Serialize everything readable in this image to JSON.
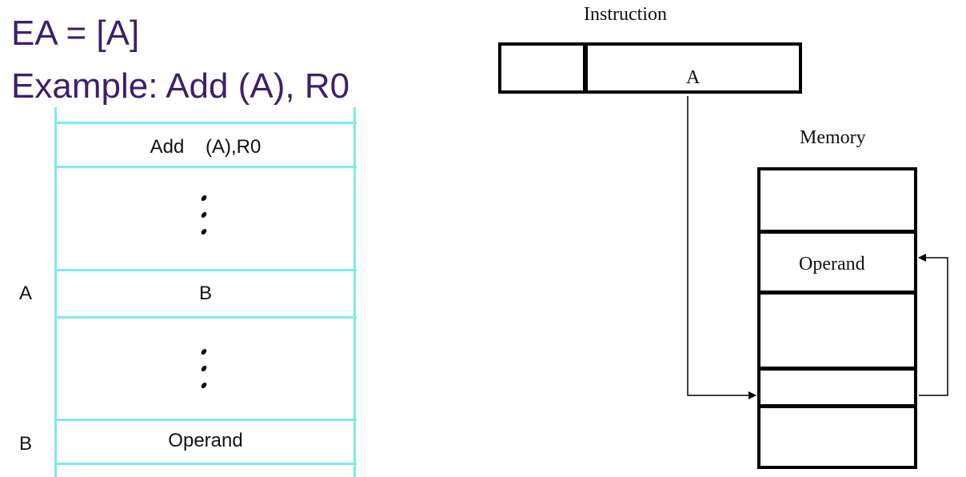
{
  "title": {
    "line1": "EA = [A]",
    "line2": "Example: Add (A), R0"
  },
  "memory_table": {
    "rows": [
      {
        "address": "",
        "content": "Add    (A),R0"
      },
      {
        "address": "",
        "content": "",
        "ellipsis": true
      },
      {
        "address": "A",
        "content": "B"
      },
      {
        "address": "",
        "content": "",
        "ellipsis": true
      },
      {
        "address": "B",
        "content": "Operand"
      }
    ],
    "line_color": "#7ee8f4"
  },
  "diagram": {
    "instruction_label": "Instruction",
    "instruction_fields": [
      "",
      "A"
    ],
    "memory_label": "Memory",
    "memory_cells": [
      "",
      "Operand",
      "",
      "",
      ""
    ]
  },
  "colors": {
    "title": "#3d1f6b",
    "text": "#111111",
    "box_border": "#000000"
  }
}
